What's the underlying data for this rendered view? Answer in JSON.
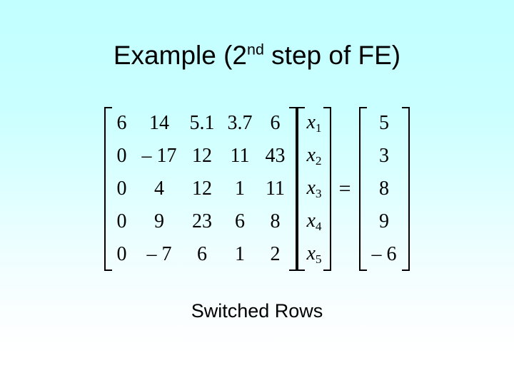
{
  "slide": {
    "background_top_color": "#C2FFFF",
    "background_bottom_color": "#FFFFFF",
    "text_color": "#000000"
  },
  "title": {
    "prefix": "Example (2",
    "superscript": "nd",
    "suffix": " step of FE)",
    "full_text": "Example (2nd step of FE)"
  },
  "equation": {
    "coefficient_matrix": {
      "rows": [
        [
          "6",
          "14",
          "5.1",
          "3.7",
          "6"
        ],
        [
          "0",
          "– 17",
          "12",
          "11",
          "43"
        ],
        [
          "0",
          "4",
          "12",
          "1",
          "11"
        ],
        [
          "0",
          "9",
          "23",
          "6",
          "8"
        ],
        [
          "0",
          "– 7",
          "6",
          "1",
          "2"
        ]
      ]
    },
    "unknown_vector": {
      "symbol": "x",
      "entries": [
        {
          "base": "x",
          "sub": "1"
        },
        {
          "base": "x",
          "sub": "2"
        },
        {
          "base": "x",
          "sub": "3"
        },
        {
          "base": "x",
          "sub": "4"
        },
        {
          "base": "x",
          "sub": "5"
        }
      ]
    },
    "equals_sign": "=",
    "rhs_vector": {
      "entries": [
        "5",
        "3",
        "8",
        "9",
        "– 6"
      ]
    }
  },
  "caption": {
    "text": "Switched Rows"
  }
}
